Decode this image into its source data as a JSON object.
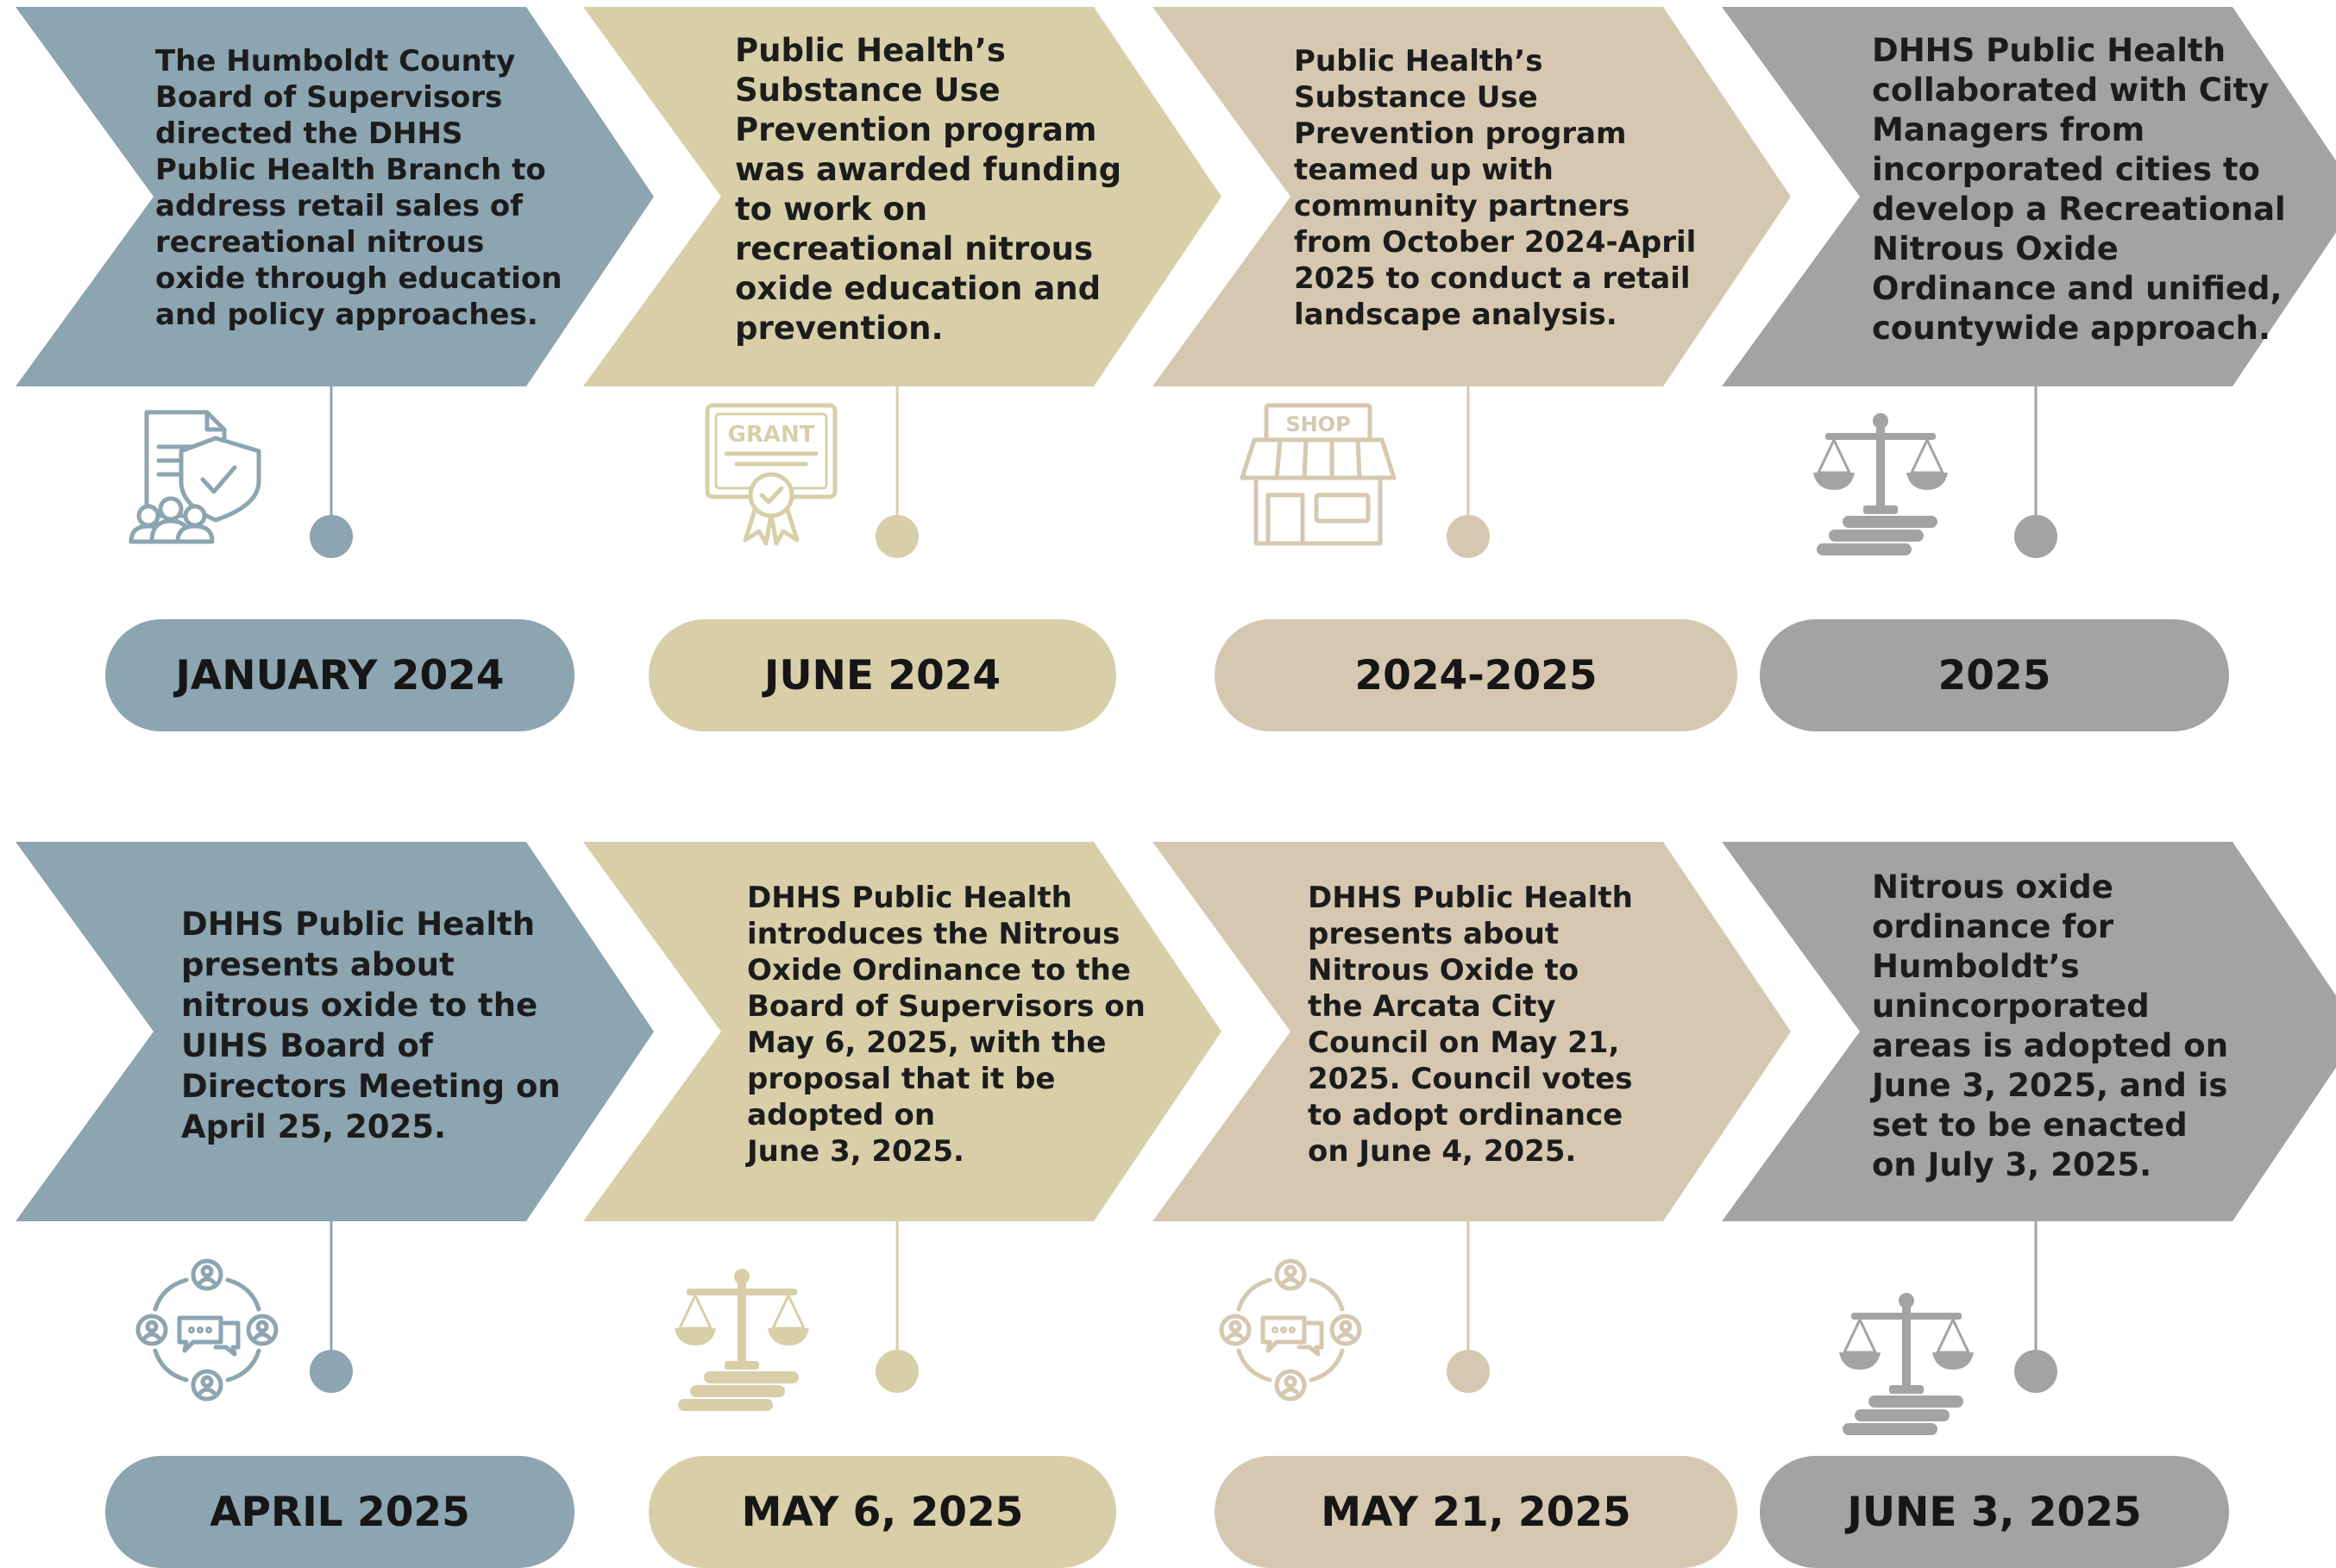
{
  "colors": {
    "blue": "#8ca5b1",
    "olive": "#d8cfa9",
    "tan": "#d6c8b0",
    "gray": "#a3a3a3",
    "text": "#1c1c1c"
  },
  "timeline": {
    "rows": [
      {
        "milestones": [
          {
            "color": "blue",
            "icon": "policy-document-shield-group-icon",
            "description": "The Humboldt County\nBoard of Supervisors\ndirected the DHHS\nPublic Health Branch to\naddress retail sales of\nrecreational nitrous\noxide through education\nand policy approaches.",
            "date": "JANUARY 2024"
          },
          {
            "color": "olive",
            "icon": "grant-certificate-icon",
            "icon_text": "GRANT",
            "description": "Public Health’s\nSubstance Use\nPrevention program\nwas awarded funding\nto work on\nrecreational nitrous\noxide education and\nprevention.",
            "date": "JUNE 2024"
          },
          {
            "color": "tan",
            "icon": "shop-storefront-icon",
            "icon_text": "SHOP",
            "description": "Public Health’s\nSubstance Use\nPrevention program\nteamed up with\ncommunity partners\nfrom October 2024-April\n2025 to conduct a retail\nlandscape analysis.",
            "date": "2024-2025"
          },
          {
            "color": "gray",
            "icon": "scales-of-justice-icon",
            "description": "DHHS Public Health\ncollaborated with City\nManagers from\nincorporated cities to\ndevelop a Recreational\nNitrous Oxide\nOrdinance and unified,\ncountywide approach.",
            "date": "2025"
          }
        ]
      },
      {
        "milestones": [
          {
            "color": "blue",
            "icon": "community-discussion-icon",
            "description": "DHHS Public Health\npresents about\nnitrous oxide to the\nUIHS Board of\nDirectors Meeting on\nApril 25, 2025.",
            "date": "APRIL 2025"
          },
          {
            "color": "olive",
            "icon": "scales-of-justice-icon",
            "description": "DHHS Public Health\nintroduces the Nitrous\nOxide Ordinance to the\nBoard of Supervisors on\nMay 6, 2025, with the\nproposal that it be\nadopted on\nJune 3, 2025.",
            "date": "MAY 6, 2025"
          },
          {
            "color": "tan",
            "icon": "community-discussion-icon",
            "description": "DHHS Public Health\npresents about\nNitrous Oxide to\nthe Arcata City\nCouncil on May 21,\n2025. Council votes\nto adopt ordinance\non June 4, 2025.",
            "date": "MAY 21, 2025"
          },
          {
            "color": "gray",
            "icon": "scales-of-justice-icon",
            "description": "Nitrous oxide\nordinance for\nHumboldt’s\nunincorporated\nareas is adopted on\nJune 3, 2025, and is\nset to be enacted\non July 3, 2025.",
            "date": "JUNE 3, 2025"
          }
        ]
      }
    ]
  }
}
